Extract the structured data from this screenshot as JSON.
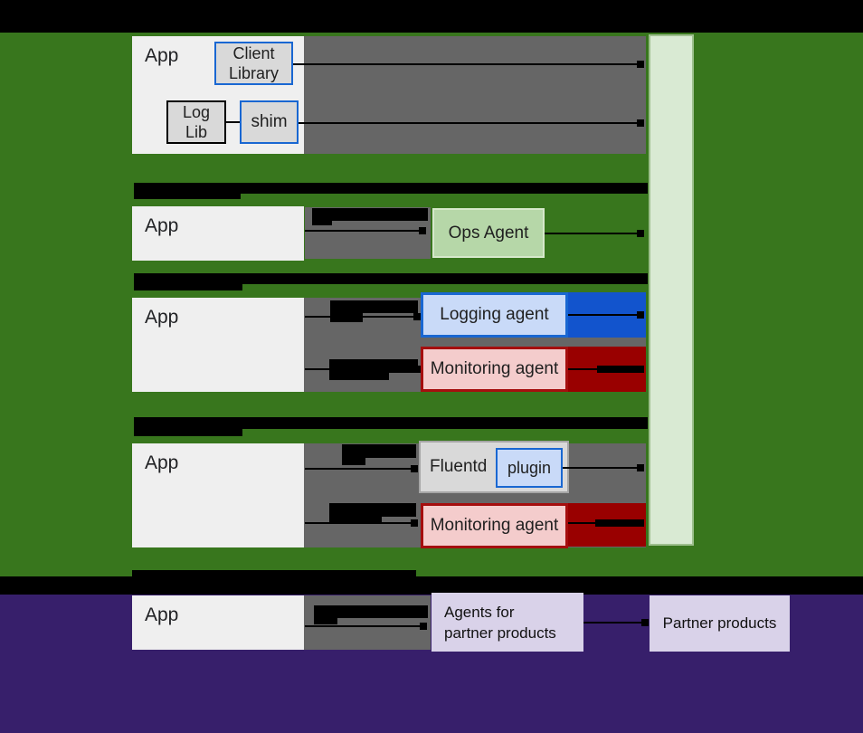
{
  "colors": {
    "background_green": "#38761d",
    "background_purple": "#371f6b",
    "band_black": "#000000",
    "gray_panel": "#666666",
    "app_panel": "#efefef",
    "light_gray_box": "#d9d9d9",
    "blue_accent": "#1967d2",
    "blue_bar": "#1254cd",
    "light_blue_box": "#c9daf8",
    "ops_green_fill": "#b6d7a8",
    "sidebar_green": "#d9ead3",
    "red_border": "#a50e0e",
    "dark_red_bar": "#990000",
    "pink_fill": "#f4cccc",
    "lavender_box": "#d9d2e9"
  },
  "section_client_library": {
    "app_label": "App",
    "client_library_line1": "Client",
    "client_library_line2": "Library",
    "log_lib_line1": "Log",
    "log_lib_line2": "Lib",
    "shim_label": "shim"
  },
  "section_ops_agent": {
    "app_label": "App",
    "ops_agent_label": "Ops Agent"
  },
  "section_legacy_agents": {
    "app_label": "App",
    "logging_agent_label": "Logging agent",
    "monitoring_agent_label": "Monitoring agent"
  },
  "section_fluentd": {
    "app_label": "App",
    "fluentd_label": "Fluentd",
    "plugin_label": "plugin",
    "monitoring_agent_label": "Monitoring agent"
  },
  "section_partner": {
    "app_label": "App",
    "agents_line1": "Agents for",
    "agents_line2": "partner products",
    "partner_products_label": "Partner products"
  }
}
